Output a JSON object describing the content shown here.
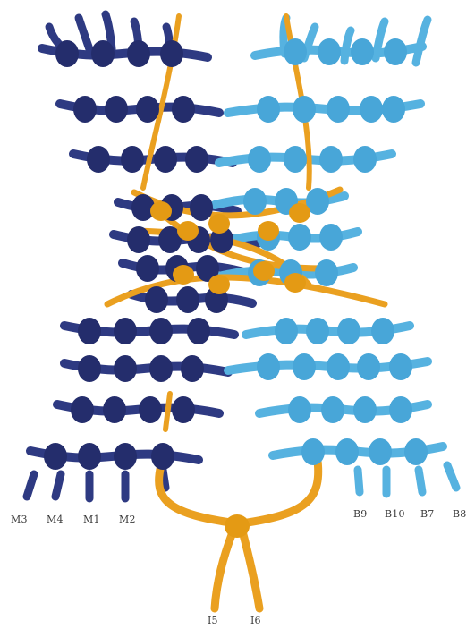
{
  "colors": {
    "background": "#ffffff",
    "navy_cord": "#2e3a82",
    "navy_knot": "#242d6c",
    "light_cord": "#56b2e0",
    "light_knot": "#48a6d8",
    "orange_cord": "#eaa020",
    "orange_knot": "#e49a14"
  },
  "left_labels": [
    "M3",
    "M4",
    "M1",
    "M2"
  ],
  "right_labels": [
    "B9",
    "B10",
    "B7",
    "B8"
  ],
  "bottom_labels": [
    "I5",
    "I6"
  ]
}
